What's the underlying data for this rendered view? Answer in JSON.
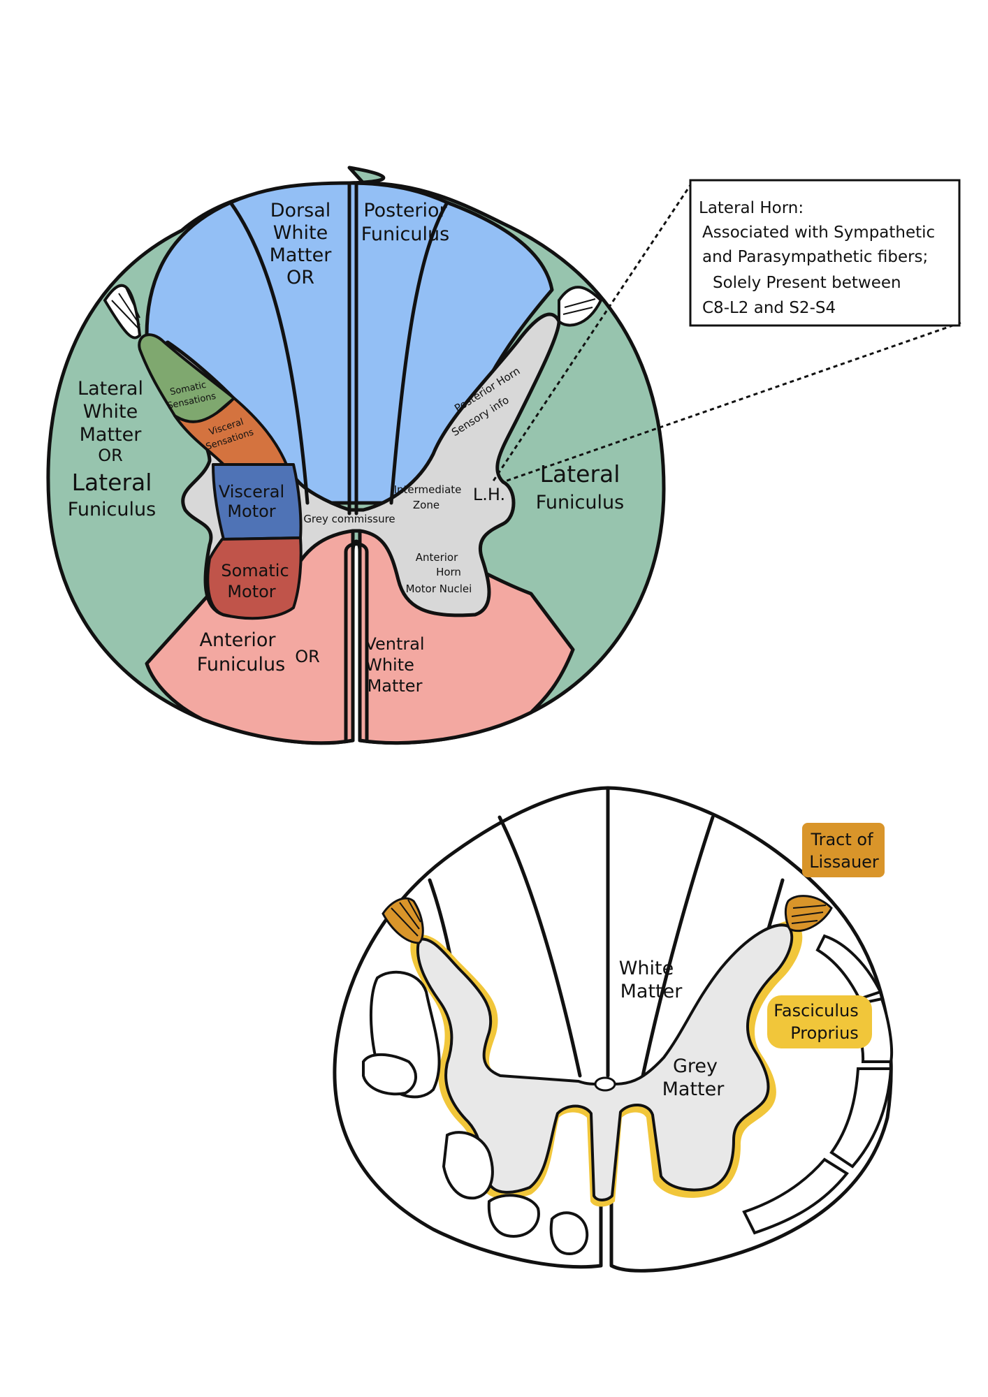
{
  "top_diagram": {
    "labels": {
      "dorsal": [
        "Dorsal",
        "White",
        "Matter",
        "OR"
      ],
      "posterior_funiculus": [
        "Posterior",
        "Funiculus"
      ],
      "lateral_left": [
        "Lateral",
        "White",
        "Matter",
        "OR"
      ],
      "lateral_funiculus_left": [
        "Lateral",
        "Funiculus"
      ],
      "lateral_funiculus_right": [
        "Lateral",
        "Funiculus"
      ],
      "somatic_sensations": [
        "Somatic",
        "Sensations"
      ],
      "visceral_sensations": [
        "Visceral",
        "Sensations"
      ],
      "visceral_motor": [
        "Visceral",
        "Motor"
      ],
      "somatic_motor": [
        "Somatic",
        "Motor"
      ],
      "grey_commissure": "Grey commissure",
      "posterior_horn": [
        "Posterior Horn",
        "Sensory info"
      ],
      "intermediate_zone": [
        "Intermediate",
        "Zone"
      ],
      "lateral_horn_abbrev": "L.H.",
      "anterior_horn": [
        "Anterior",
        "Horn",
        "Motor Nuclei"
      ],
      "anterior_funiculus": [
        "Anterior",
        "Funiculus"
      ],
      "or_mid": "OR",
      "ventral": [
        "Ventral",
        "White",
        "Matter"
      ]
    },
    "callout": {
      "lines": [
        "Lateral Horn:",
        "Associated with Sympathetic",
        "and Parasympathetic fibers;",
        "Solely Present between",
        "C8-L2  and  S2-S4"
      ]
    },
    "colors": {
      "dorsal_blue": "#93bff5",
      "lateral_green": "#97c4ae",
      "ventral_pink": "#f3a8a1",
      "grey_matter": "#d8d8d8",
      "somatic_sens_green": "#7fa86f",
      "visceral_sens_orange": "#d4733f",
      "visceral_motor_blue": "#4f73b6",
      "somatic_motor_red": "#c0544a"
    }
  },
  "bottom_diagram": {
    "labels": {
      "tract_of_lissauer": [
        "Tract of",
        "Lissauer"
      ],
      "white_matter": [
        "White",
        "Matter"
      ],
      "fasciculus_proprius": [
        "Fasciculus",
        "Proprius"
      ],
      "grey_matter": [
        "Grey",
        "Matter"
      ]
    },
    "colors": {
      "lissauer_orange": "#d9952a",
      "proprius_yellow": "#f1c63a",
      "grey_fill": "#e8e8e8"
    }
  }
}
